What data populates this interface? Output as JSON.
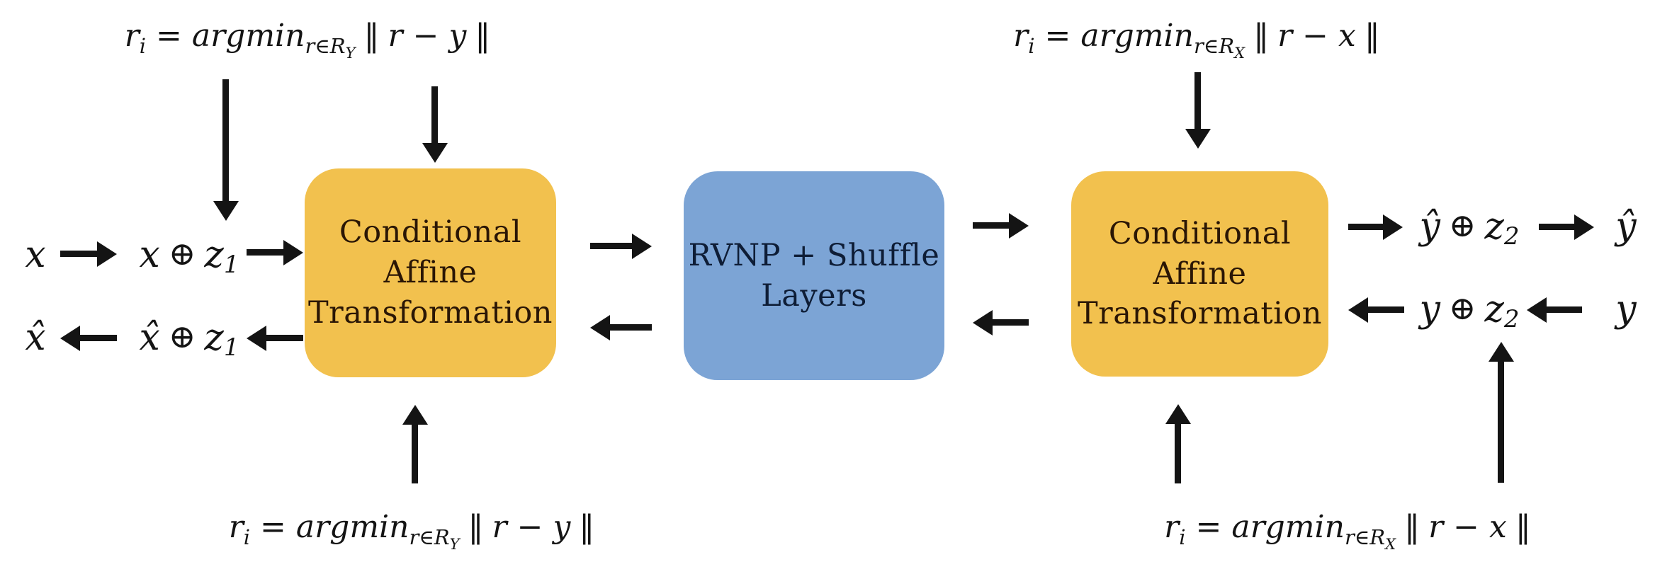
{
  "colors": {
    "box_orange": "#F2C14E",
    "box_blue": "#7CA4D5",
    "box_orange_text": "#2A1605",
    "box_blue_text": "#0E1D36",
    "arrow": "#141414",
    "background": "#FFFFFF"
  },
  "boxes": {
    "left_affine": {
      "line1": "Conditional",
      "line2": "Affine",
      "line3": "Transformation"
    },
    "rvnp": {
      "line1": "RVNP + Shuffle",
      "line2": "Layers"
    },
    "right_affine": {
      "line1": "Conditional",
      "line2": "Affine",
      "line3": "Transformation"
    }
  },
  "formulas": {
    "top_left": {
      "lhs": "r",
      "lhs_sub": "i",
      "eq": "=",
      "op": "argmin",
      "cond": "r∈R",
      "cond_sub": "Y",
      "norm_open": "‖",
      "var": "r",
      "minus": "−",
      "target": "y",
      "norm_close": "‖"
    },
    "top_right": {
      "lhs": "r",
      "lhs_sub": "i",
      "eq": "=",
      "op": "argmin",
      "cond": "r∈R",
      "cond_sub": "X",
      "norm_open": "‖",
      "var": "r",
      "minus": "−",
      "target": "x",
      "norm_close": "‖"
    },
    "bottom_left": {
      "lhs": "r",
      "lhs_sub": "i",
      "eq": "=",
      "op": "argmin",
      "cond": "r∈R",
      "cond_sub": "Y",
      "norm_open": "‖",
      "var": "r",
      "minus": "−",
      "target": "y",
      "norm_close": "‖"
    },
    "bottom_right": {
      "lhs": "r",
      "lhs_sub": "i",
      "eq": "=",
      "op": "argmin",
      "cond": "r∈R",
      "cond_sub": "X",
      "norm_open": "‖",
      "var": "r",
      "minus": "−",
      "target": "x",
      "norm_close": "‖"
    }
  },
  "labels": {
    "x_in": "x",
    "x_xor": {
      "a": "x",
      "op": "⊕",
      "b": "z",
      "sub": "1"
    },
    "x_hat_out": "x̂",
    "x_hat_xor": {
      "a": "x̂",
      "op": "⊕",
      "b": "z",
      "sub": "1"
    },
    "y_hat_xor": {
      "a": "ŷ",
      "op": "⊕",
      "b": "z",
      "sub": "2"
    },
    "y_hat_out": "ŷ",
    "y_xor": {
      "a": "y",
      "op": "⊕",
      "b": "z",
      "sub": "2"
    },
    "y_in": "y"
  }
}
